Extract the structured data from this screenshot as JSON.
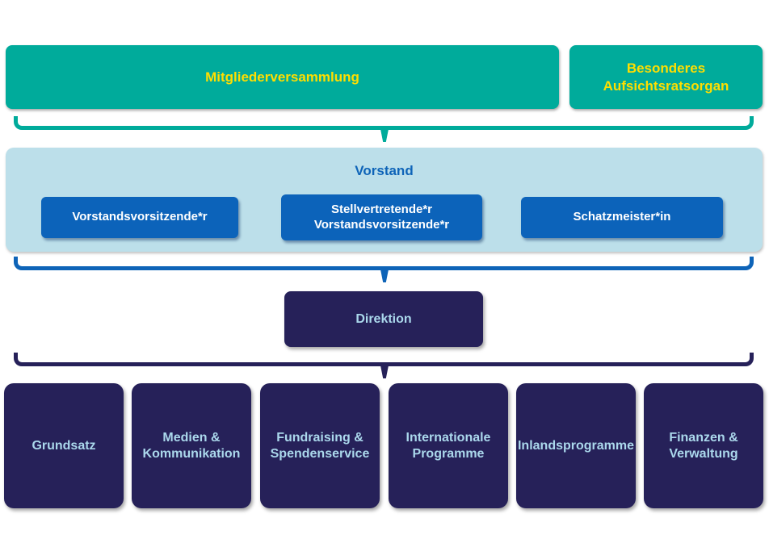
{
  "org_chart": {
    "top_row": {
      "members_assembly": "Mitgliederversammlung",
      "supervisory_body": "Besonderes\nAufsichtsratsorgan"
    },
    "board": {
      "title": "Vorstand",
      "roles": [
        "Vorstandsvorsitzende*r",
        "Stellvertretende*r\nVorstandsvorsitzende*r",
        "Schatzmeister*in"
      ]
    },
    "direction": {
      "label": "Direktion"
    },
    "departments": [
      "Grundsatz",
      "Medien &\nKommunikation",
      "Fundraising &\nSpendenservice",
      "Internationale\nProgramme",
      "Inlandsprogramme",
      "Finanzen &\nVerwaltung"
    ]
  },
  "colors": {
    "teal": "#00AB9B",
    "yellow": "#FFDE00",
    "panel": "#BCDFEA",
    "button": "#0C63BA",
    "navy": "#262159",
    "light": "#ABD8EC",
    "blue": "#0E64B8",
    "bg": "#FFFFFF"
  }
}
